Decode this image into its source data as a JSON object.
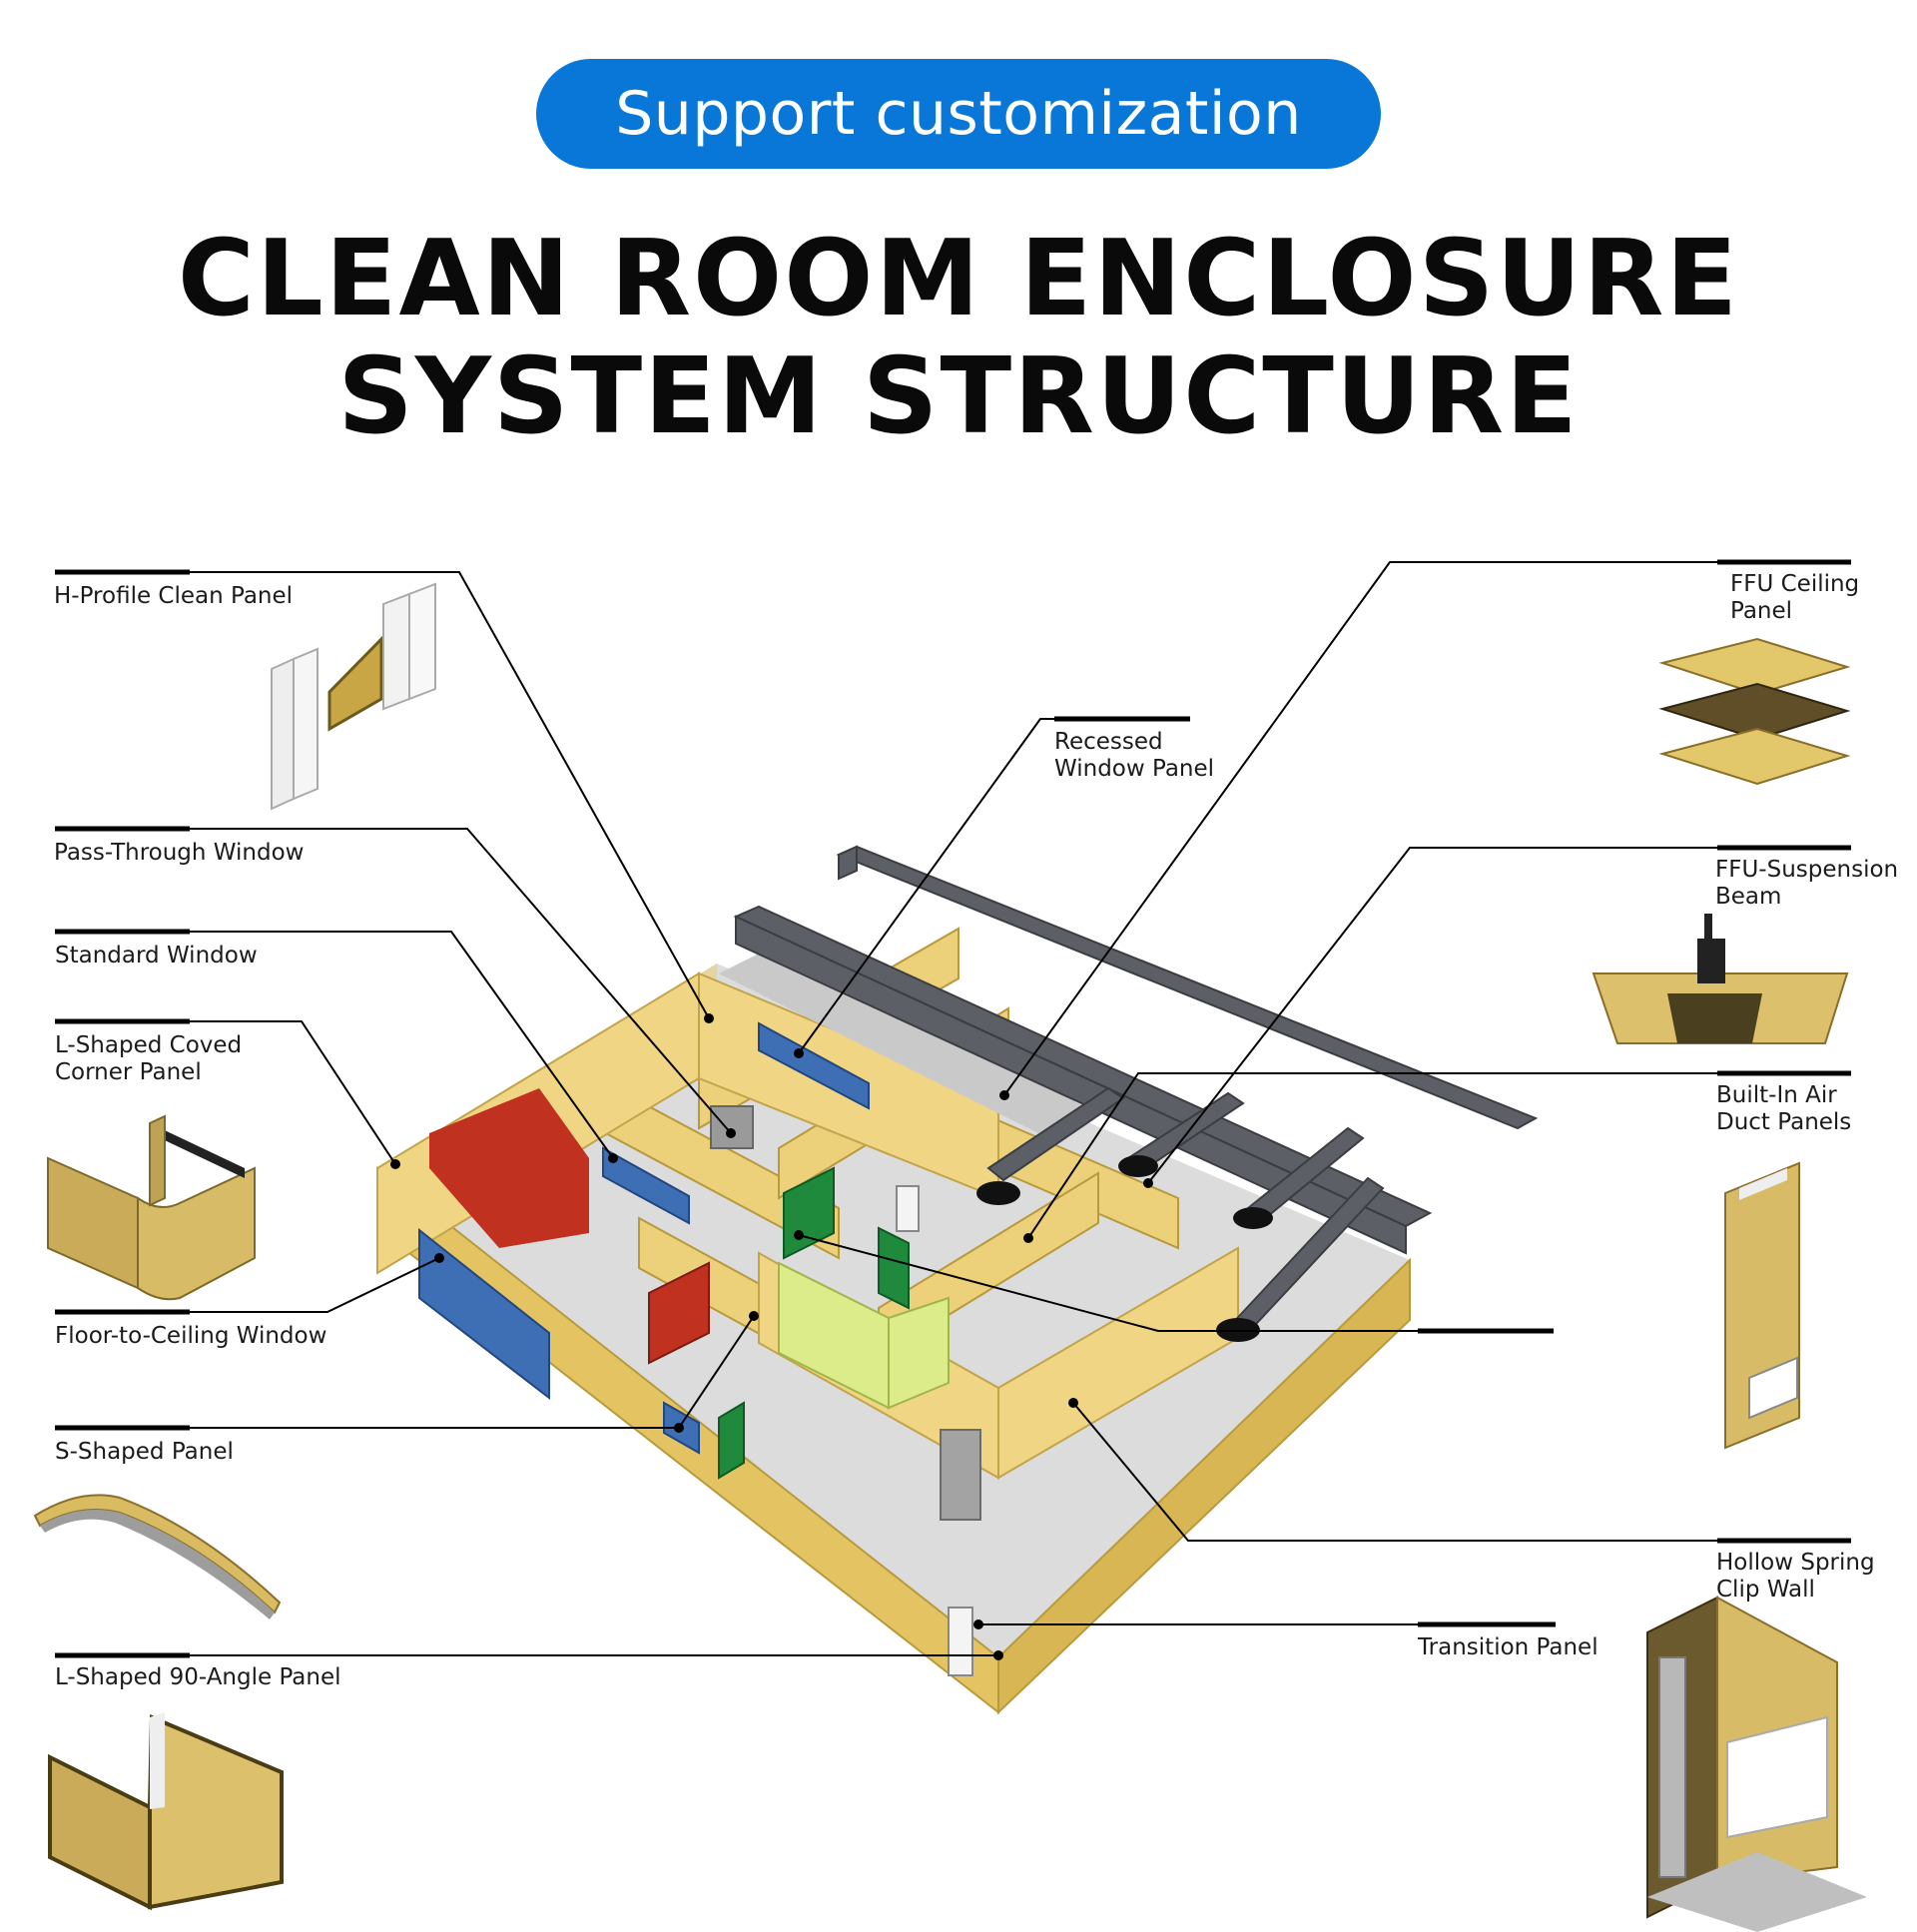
{
  "badge": {
    "text": "Support customization",
    "color": "#0877d8"
  },
  "title": {
    "line1": "CLEAN ROOM ENCLOSURE",
    "line2": "SYSTEM STRUCTURE"
  },
  "palette": {
    "panel_yellow": "#e9c96b",
    "panel_dark": "#8a6e2a",
    "floor_gray": "#d9d9d9",
    "duct_gray": "#5c6066",
    "window_blue": "#3e6fb4",
    "door_red": "#c0311f",
    "door_green": "#1f8a3b",
    "leader_line": "#000000"
  },
  "labels": {
    "h_profile": "H-Profile Clean Panel",
    "pass_through": "Pass-Through Window",
    "standard_window": "Standard Window",
    "l_coved": "L-Shaped Coved\nCorner Panel",
    "floor_ceiling": "Floor-to-Ceiling Window",
    "s_shaped": "S-Shaped Panel",
    "l_90": "L-Shaped 90-Angle Panel",
    "recessed": "Recessed\nWindow Panel",
    "ffu_ceiling": "FFU Ceiling\nPanel",
    "ffu_beam": "FFU-Suspension\nBeam",
    "duct_panels": "Built-In Air\nDuct Panels",
    "hollow_spring": "Hollow Spring\nClip Wall",
    "transition": "Transition Panel"
  }
}
